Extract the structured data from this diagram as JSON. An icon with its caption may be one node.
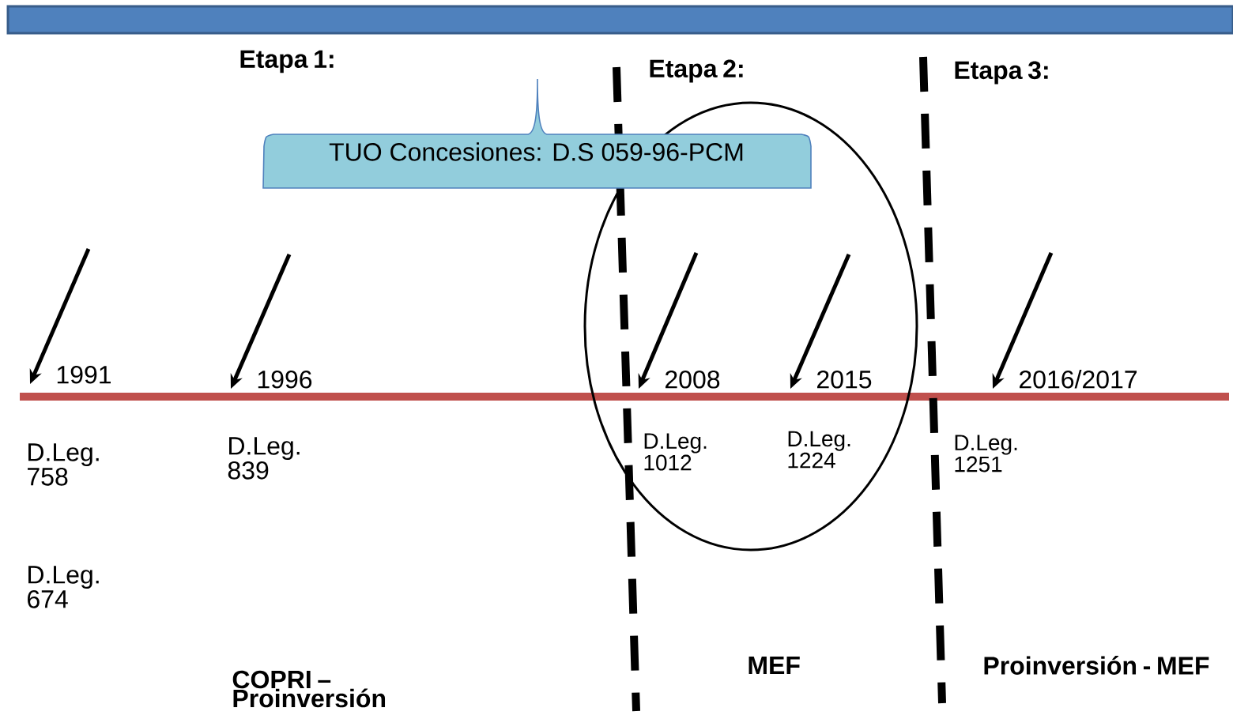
{
  "diagram": {
    "nodes": [
      {
        "text": [
          "TUO Concesiones: D.S 059-96-PCM"
        ]
      },
      {
        "text": [
          "1991"
        ]
      },
      {
        "text": [
          "1996"
        ]
      },
      {
        "text": [
          "2008"
        ]
      },
      {
        "text": [
          "2015"
        ]
      },
      {
        "text": [
          "2016/2017"
        ]
      }
    ],
    "edges": [
      {
        "from": null,
        "to": 1,
        "arrow": "to"
      },
      {
        "from": null,
        "to": 2,
        "arrow": "to"
      },
      {
        "from": null,
        "to": 3,
        "arrow": "to"
      },
      {
        "from": null,
        "to": 4,
        "arrow": "to"
      },
      {
        "from": null,
        "to": 5,
        "arrow": "to"
      }
    ],
    "labels": [
      "Etapa 1:",
      "Etapa 2:",
      "Etapa 3:",
      "D.Leg. 758",
      "D.Leg. 839",
      "D.Leg. 1012",
      "D.Leg. 1224",
      "D.Leg. 1251",
      "D.Leg. 674",
      "COPRI – Proinversión",
      "MEF",
      "Proinversión - MEF"
    ]
  }
}
